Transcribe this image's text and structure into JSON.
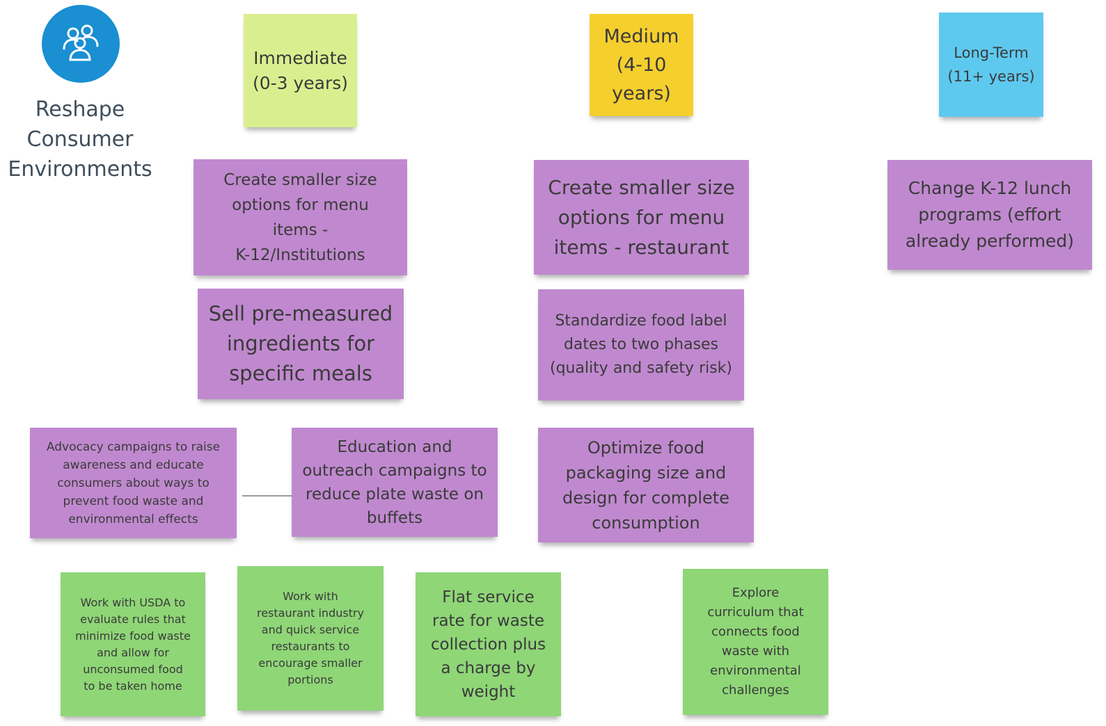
{
  "header": {
    "title": "Reshape\nConsumer\nEnvironments",
    "icon": "people-group-icon",
    "icon_color": "#1a8fd2"
  },
  "timeframes": {
    "immediate": "Immediate\n(0-3 years)",
    "medium": "Medium\n(4-10\nyears)",
    "long_term": "Long-Term\n(11+ years)"
  },
  "notes": {
    "smaller_size_institutions": "Create smaller size\noptions for menu\nitems -\nK-12/Institutions",
    "pre_measured": "Sell pre-measured\ningredients for\nspecific meals",
    "advocacy": "Advocacy campaigns to raise\nawareness and educate\nconsumers about ways to\nprevent food waste and\nenvironmental effects",
    "education_buffets": "Education and\noutreach campaigns to\nreduce plate waste on\nbuffets",
    "usda": "Work with USDA to\nevaluate rules that\nminimize food waste\nand allow for\nunconsumed food\nto be taken home",
    "restaurant_industry": "Work with\nrestaurant industry\nand quick service\nrestaurants to\nencourage smaller\nportions",
    "flat_rate": "Flat service\nrate for waste\ncollection plus\na charge by\nweight",
    "smaller_size_restaurant": "Create smaller size\noptions for menu\nitems - restaurant",
    "label_dates": "Standardize food label\ndates to two phases\n(quality and safety risk)",
    "packaging": "Optimize food\npackaging size and\ndesign for complete\nconsumption",
    "curriculum": "Explore\ncurriculum that\nconnects food\nwaste with\nenvironmental\nchallenges",
    "k12_lunch": "Change K-12 lunch\nprograms (effort\nalready performed)"
  },
  "colors": {
    "immediate": "#d9ef8f",
    "medium": "#f5cf2e",
    "long_term": "#5ec9ef",
    "purple_note": "#c089cf",
    "green_note": "#8fd677"
  }
}
